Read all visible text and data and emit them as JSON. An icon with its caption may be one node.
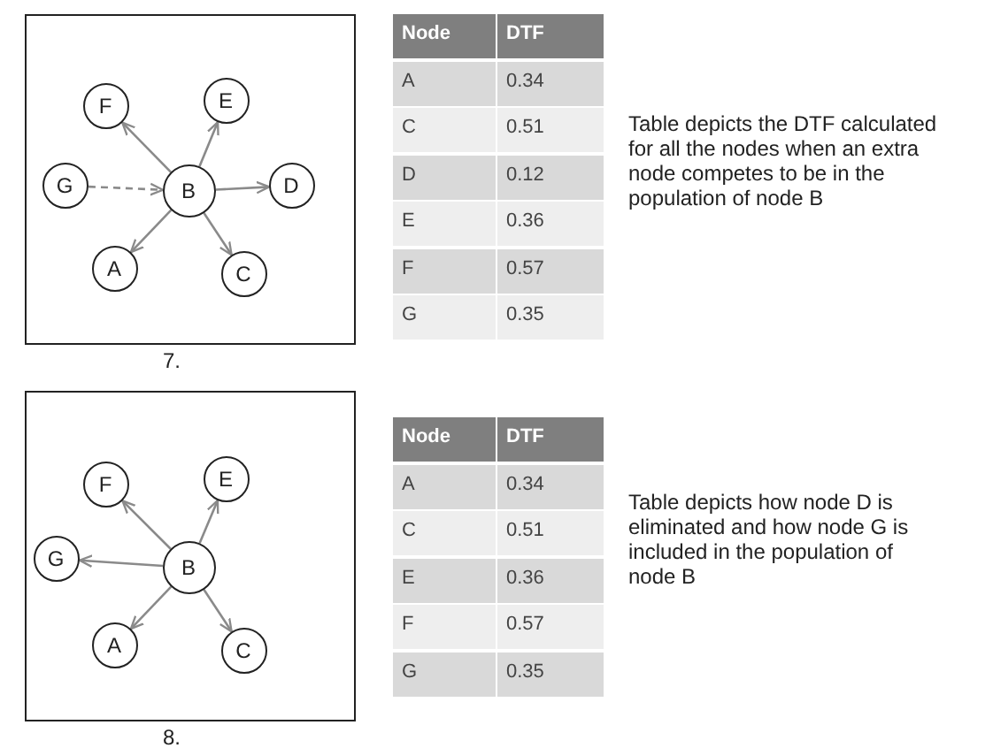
{
  "diagram": {
    "nodes": [
      {
        "text": [],
        "shape": "box",
        "beside": [
          "7."
        ]
      },
      {
        "text": [
          "F"
        ],
        "in": 0
      },
      {
        "text": [
          "E"
        ],
        "in": 0
      },
      {
        "text": [
          "G"
        ],
        "in": 0
      },
      {
        "text": [
          "B"
        ],
        "in": 0
      },
      {
        "text": [
          "D"
        ],
        "in": 0
      },
      {
        "text": [
          "A"
        ],
        "in": 0
      },
      {
        "text": [
          "C"
        ],
        "in": 0
      },
      {
        "text": [],
        "shape": "box",
        "beside": [
          "8."
        ]
      },
      {
        "text": [
          "F"
        ],
        "in": 8
      },
      {
        "text": [
          "E"
        ],
        "in": 8
      },
      {
        "text": [
          "G"
        ],
        "in": 8
      },
      {
        "text": [
          "B"
        ],
        "in": 8
      },
      {
        "text": [
          "A"
        ],
        "in": 8
      },
      {
        "text": [
          "C"
        ],
        "in": 8
      }
    ],
    "edges": [
      {
        "from": 4,
        "to": 1,
        "arrow": "to"
      },
      {
        "from": 4,
        "to": 2,
        "arrow": "to"
      },
      {
        "from": 3,
        "to": 4,
        "arrow": "to",
        "style": "dashed"
      },
      {
        "from": 4,
        "to": 5,
        "arrow": "to"
      },
      {
        "from": 4,
        "to": 6,
        "arrow": "to"
      },
      {
        "from": 4,
        "to": 7,
        "arrow": "to"
      },
      {
        "from": 12,
        "to": 9,
        "arrow": "to"
      },
      {
        "from": 12,
        "to": 10,
        "arrow": "to"
      },
      {
        "from": 12,
        "to": 11,
        "arrow": "to"
      },
      {
        "from": 12,
        "to": 13,
        "arrow": "to"
      },
      {
        "from": 12,
        "to": 14,
        "arrow": "to"
      }
    ],
    "labels": [
      "Node",
      "DTF",
      "A",
      "0.34",
      "C",
      "0.51",
      "D",
      "0.12",
      "E",
      "0.36",
      "F",
      "0.57",
      "G",
      "0.35",
      "Table depicts the DTF calculated for all the nodes when an extra node competes to be in the population of node B",
      "Node",
      "DTF",
      "A",
      "0.34",
      "C",
      "0.51",
      "E",
      "0.36",
      "F",
      "0.57",
      "G",
      "0.35",
      "Table depicts how node D is eliminated and how node G is included in the population of node B"
    ]
  }
}
